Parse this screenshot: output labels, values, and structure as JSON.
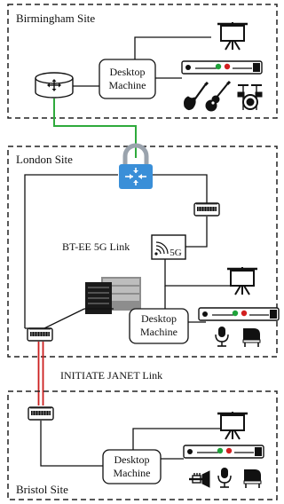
{
  "sites": {
    "birmingham": {
      "title": "Birmingham Site",
      "machine": [
        "Desktop",
        "Machine"
      ]
    },
    "london": {
      "title": "London Site",
      "machine": [
        "Desktop",
        "Machine"
      ]
    },
    "bristol": {
      "title": "Bristol Site",
      "machine": [
        "Desktop",
        "Machine"
      ]
    }
  },
  "links": {
    "bt_ee": "BT-EE 5G Link",
    "janet": "INITIATE JANET Link",
    "fiveg_badge": "5G"
  },
  "colors": {
    "border": "#222222",
    "green_link": "#2eaa3c",
    "red_link": "#cc1f1f",
    "router_blue": "#3a8fd8",
    "lock_grey": "#9aa3ad",
    "led_red": "#d22020",
    "led_green": "#1fa23a"
  },
  "icons": [
    "router-icon",
    "lock-icon",
    "network-switch-icon",
    "server-rack-icon",
    "5g-antenna-icon",
    "projector-screen-icon",
    "av-device-icon",
    "electric-guitar-icon",
    "acoustic-guitar-icon",
    "drum-kit-icon",
    "microphone-icon",
    "piano-icon",
    "trumpet-icon"
  ]
}
